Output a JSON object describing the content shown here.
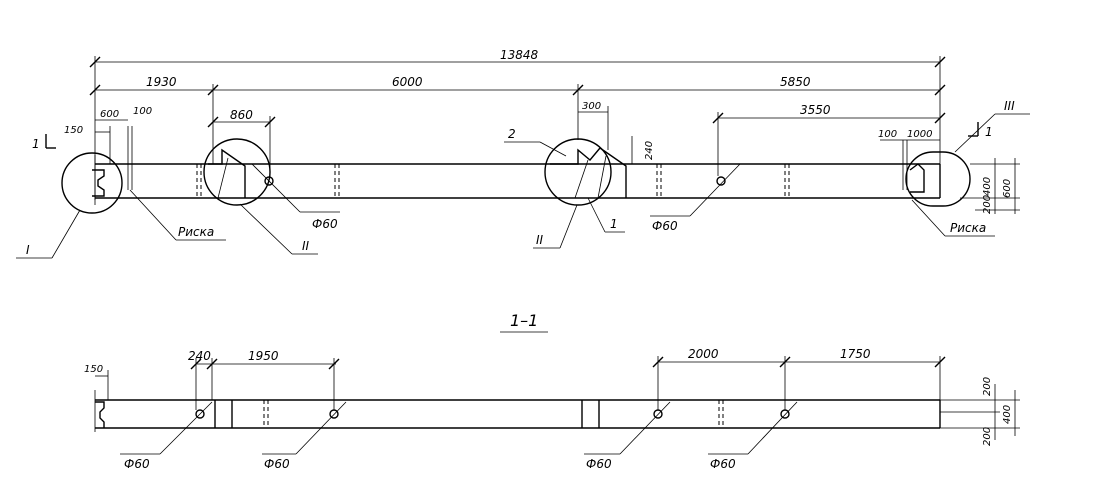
{
  "dimensions": {
    "top": {
      "total": "13848",
      "d1930": "1930",
      "d6000": "6000",
      "d5850": "5850",
      "d600": "600",
      "d100a": "100",
      "d150": "150",
      "d860": "860",
      "d300": "300",
      "d240v": "240",
      "d3550": "3550",
      "d100b": "100",
      "d1000": "1000",
      "d400v": "400",
      "d200v": "200",
      "d600v": "600"
    },
    "bottom": {
      "d150": "150",
      "d240": "240",
      "d1950": "1950",
      "d2000": "2000",
      "d1750": "1750",
      "d200a": "200",
      "d400": "400",
      "d200b": "200"
    }
  },
  "labels": {
    "holes": "Ф60",
    "riska": "Риска",
    "view1": "I",
    "view2": "II",
    "view3": "III",
    "section_mark": "1",
    "callout1": "1",
    "callout2": "2",
    "section_title": "1–1"
  }
}
